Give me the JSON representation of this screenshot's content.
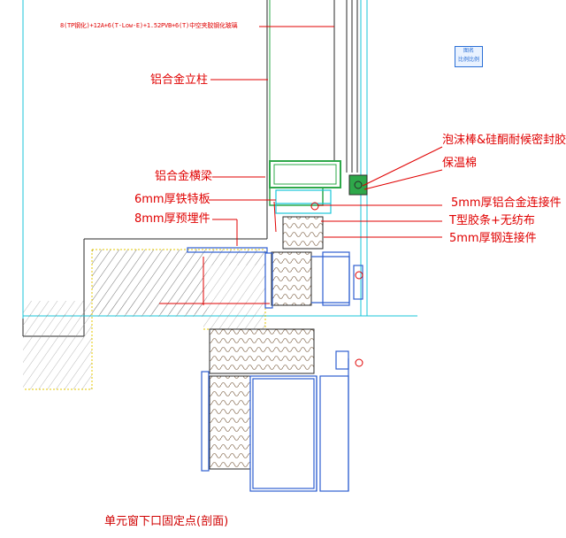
{
  "glass_spec": "8(TP钢化)+12A+6(T-Low-E)+1.52PVB+6(T)中空夹胶钢化玻璃",
  "labels": {
    "aluminum_mullion": "铝合金立柱",
    "aluminum_transom": "铝合金横梁",
    "special_plate": "6mm厚铁特板",
    "embedded_part": "8mm厚预埋件",
    "foam_sealant": "泡沫棒&硅酮耐候密封胶",
    "insulation": "保温棉",
    "alu_connector": "5mm厚铝合金连接件",
    "epdm_strip": "T型胶条+无纺布",
    "steel_connector": "5mm厚钢连接件"
  },
  "badge": {
    "line1": "图名",
    "line2": "比例比例"
  },
  "caption": "单元窗下口固定点(剖面)",
  "colors": {
    "label": "#e00000",
    "structure": "#2e5fd0",
    "frame": "#2a2a2a",
    "cyan": "#19c6d9",
    "green": "#2ea84a",
    "concrete_hatch": "#7a7a7a",
    "concrete_edge": "#e6c800"
  }
}
